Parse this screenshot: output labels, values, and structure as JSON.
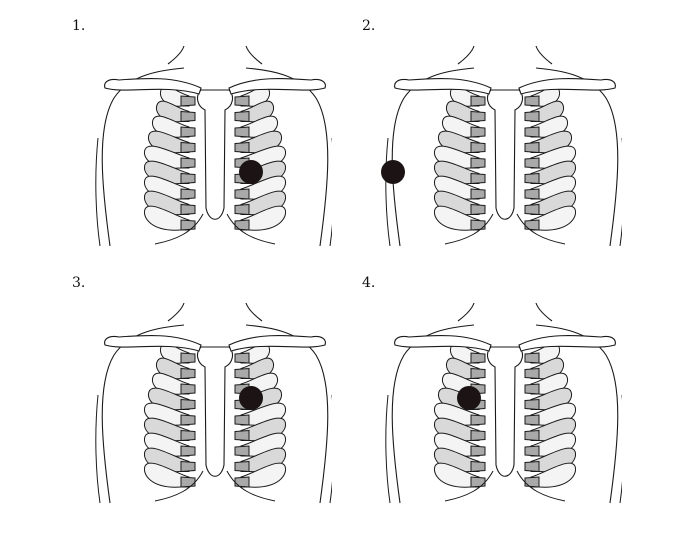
{
  "panels": [
    {
      "label": "1.",
      "marker": {
        "side": "patient-left",
        "rib_level": 5,
        "position": "parasternal"
      }
    },
    {
      "label": "2.",
      "marker": {
        "side": "patient-right",
        "rib_level": 5,
        "position": "lateral"
      }
    },
    {
      "label": "3.",
      "marker": {
        "side": "patient-left",
        "rib_level": 3,
        "position": "parasternal"
      }
    },
    {
      "label": "4.",
      "marker": {
        "side": "patient-right",
        "rib_level": 3,
        "position": "parasternal"
      }
    }
  ],
  "colors": {
    "outline": "#1a1a1a",
    "rib_light": "#f4f4f4",
    "rib_mid": "#d9d9d9",
    "cartilage": "#a9a9a9",
    "marker": "#1c1414"
  }
}
